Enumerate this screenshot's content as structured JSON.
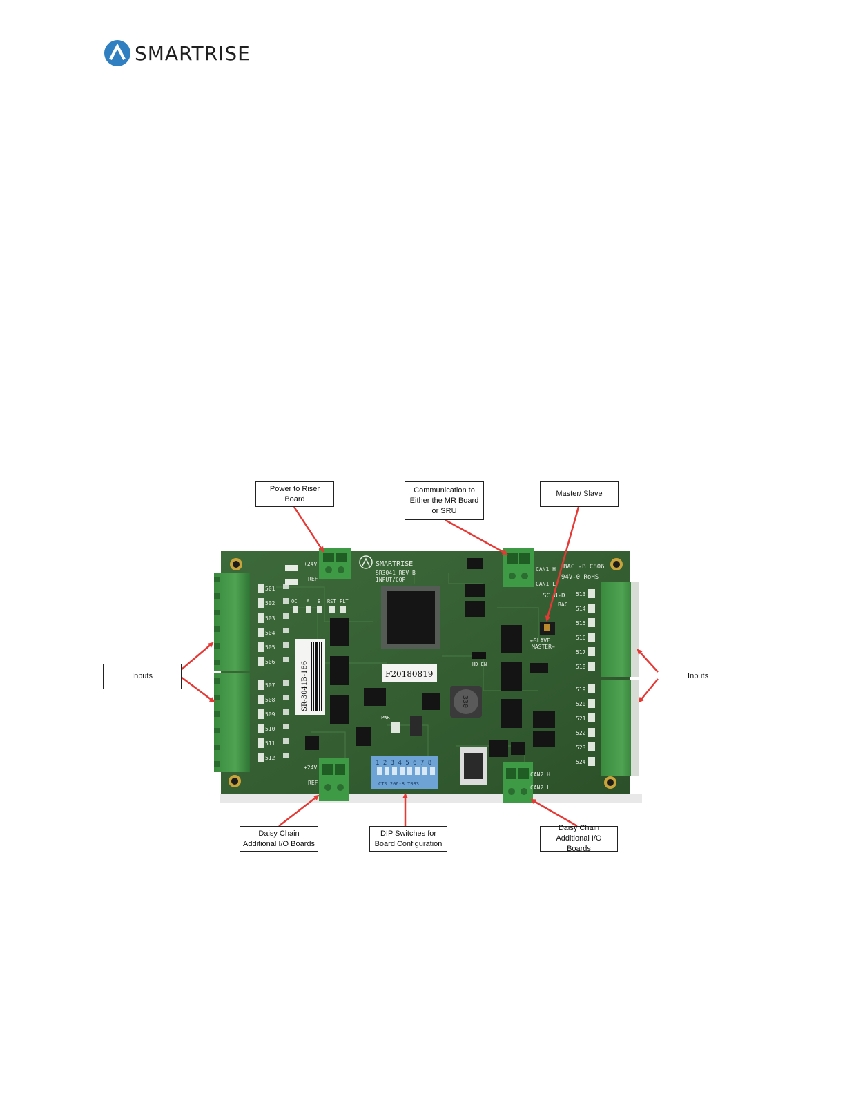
{
  "header": {
    "brand": "SMARTRISE",
    "logo_icon": "smartrise-a-logo-icon",
    "brand_color": "#2f7fc1"
  },
  "figure": {
    "callouts": {
      "power_to_riser": "Power to Riser Board",
      "communication": "Communication to\nEither the MR Board\nor SRU",
      "master_slave": "Master/ Slave",
      "inputs_left": "Inputs",
      "inputs_right": "Inputs",
      "daisy_chain_left": "Daisy Chain\nAdditional I/O Boards",
      "dip_switches": "DIP Switches for\nBoard Configuration",
      "daisy_chain_right": "Daisy Chain\nAdditional I/O Boards"
    },
    "arrow_color": "#e53935",
    "board": {
      "silkscreen": {
        "brand": "SMARTRISE",
        "part": "SR3041 REV B",
        "function": "INPUT/COP",
        "plus24v_top": "+24V",
        "ref_top": "REF",
        "can1_h": "CAN1 H",
        "can1_l": "CAN1 L",
        "bac_top": "BAC -B C806",
        "rohs": "94V-0 RoHS",
        "board_code": "SC 8-D",
        "bac": "BAC",
        "slave": "←SLAVE",
        "master": "MASTER→",
        "plus24v_bottom": "+24V",
        "ref_bottom": "REF",
        "can2_h": "CAN2 H",
        "can2_l": "CAN2 L",
        "pwr": "PWR",
        "hd_en": "HD EN",
        "sticker_date": "F20180819",
        "sticker_serial": "SR-3041B-186",
        "dip_numbers": "1 2 3 4 5 6 7 8",
        "dip_maker": "CTS 206-8 T033",
        "inductor": "330",
        "status_leds": [
          "OC",
          "A",
          "B",
          "RST",
          "FLT"
        ],
        "inputs_left": [
          "501",
          "502",
          "503",
          "504",
          "505",
          "506",
          "507",
          "508",
          "509",
          "510",
          "511",
          "512"
        ],
        "inputs_right": [
          "513",
          "514",
          "515",
          "516",
          "517",
          "518",
          "519",
          "520",
          "521",
          "522",
          "523",
          "524"
        ]
      }
    }
  }
}
